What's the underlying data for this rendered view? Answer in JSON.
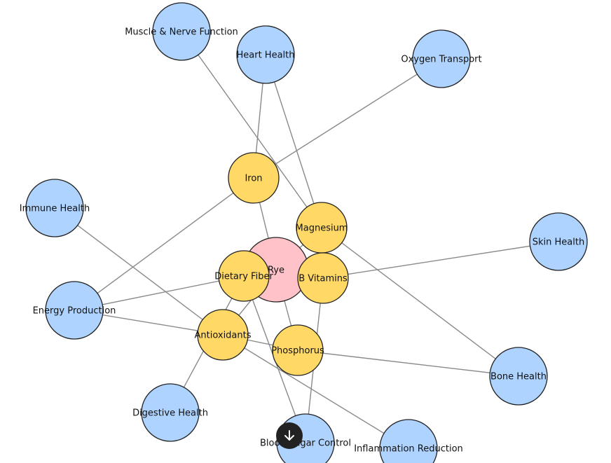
{
  "diagram": {
    "center": {
      "id": "rye",
      "label": "Rye"
    },
    "nutrients": [
      {
        "id": "iron",
        "label": "Iron"
      },
      {
        "id": "magnesium",
        "label": "Magnesium"
      },
      {
        "id": "dietary-fiber",
        "label": "Dietary Fiber"
      },
      {
        "id": "b-vitamins",
        "label": "B Vitamins"
      },
      {
        "id": "antioxidants",
        "label": "Antioxidants"
      },
      {
        "id": "phosphorus",
        "label": "Phosphorus"
      }
    ],
    "benefits": [
      {
        "id": "muscle-nerve",
        "label": "Muscle & Nerve Function"
      },
      {
        "id": "heart-health",
        "label": "Heart Health"
      },
      {
        "id": "oxygen-transport",
        "label": "Oxygen Transport"
      },
      {
        "id": "immune-health",
        "label": "Immune Health"
      },
      {
        "id": "skin-health",
        "label": "Skin Health"
      },
      {
        "id": "energy-production",
        "label": "Energy Production"
      },
      {
        "id": "bone-health",
        "label": "Bone Health"
      },
      {
        "id": "digestive-health",
        "label": "Digestive Health"
      },
      {
        "id": "blood-sugar",
        "label": "Blood Sugar Control"
      },
      {
        "id": "inflammation",
        "label": "Inflammation Reduction"
      }
    ],
    "edges": [
      [
        "rye",
        "iron"
      ],
      [
        "rye",
        "magnesium"
      ],
      [
        "rye",
        "dietary-fiber"
      ],
      [
        "rye",
        "b-vitamins"
      ],
      [
        "rye",
        "antioxidants"
      ],
      [
        "rye",
        "phosphorus"
      ],
      [
        "iron",
        "oxygen-transport"
      ],
      [
        "iron",
        "energy-production"
      ],
      [
        "iron",
        "heart-health"
      ],
      [
        "magnesium",
        "muscle-nerve"
      ],
      [
        "magnesium",
        "heart-health"
      ],
      [
        "magnesium",
        "bone-health"
      ],
      [
        "dietary-fiber",
        "energy-production"
      ],
      [
        "dietary-fiber",
        "blood-sugar"
      ],
      [
        "dietary-fiber",
        "digestive-health"
      ],
      [
        "b-vitamins",
        "skin-health"
      ],
      [
        "b-vitamins",
        "blood-sugar"
      ],
      [
        "antioxidants",
        "immune-health"
      ],
      [
        "antioxidants",
        "energy-production"
      ],
      [
        "antioxidants",
        "inflammation"
      ],
      [
        "antioxidants",
        "phosphorus"
      ],
      [
        "phosphorus",
        "bone-health"
      ]
    ],
    "colors": {
      "center": "#ffc2c9",
      "nutrient": "#ffd866",
      "benefit": "#aed3ff",
      "edge": "#8a8a8a"
    }
  },
  "controls": {
    "scroll_icon": "arrow-down-icon"
  }
}
